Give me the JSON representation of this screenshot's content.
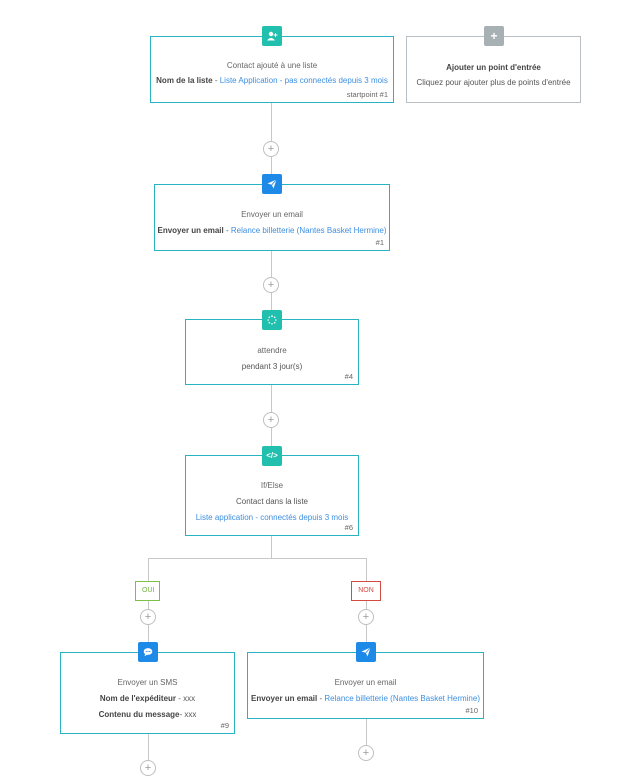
{
  "start": {
    "title": "Contact ajouté à une liste",
    "label": "Nom de la liste",
    "sep": " - ",
    "link": "Liste Application - pas connectés depuis 3 mois",
    "num": "startpoint #1"
  },
  "add_entry": {
    "title": "Ajouter un point d'entrée",
    "subtitle": "Cliquez pour ajouter plus de points d'entrée"
  },
  "email1": {
    "title": "Envoyer un email",
    "label": "Envoyer un email",
    "sep": " - ",
    "link": "Relance billetterie (Nantes Basket Hermine)",
    "num": "#1"
  },
  "wait": {
    "title": "attendre",
    "line": "pendant 3 jour(s)",
    "num": "#4"
  },
  "ifelse": {
    "title": "If/Else",
    "line": "Contact dans la liste",
    "link": "Liste application - connectés depuis 3 mois",
    "num": "#6"
  },
  "branches": {
    "yes": "OUI",
    "no": "NON"
  },
  "sms": {
    "title": "Envoyer un SMS",
    "label1": "Nom de l'expéditeur",
    "value1": " - xxx",
    "label2": "Contenu du message",
    "value2": "- xxx",
    "num": "#9"
  },
  "email2": {
    "title": "Envoyer un email",
    "label": "Envoyer un email",
    "sep": " - ",
    "link": "Relance billetterie (Nantes Basket Hermine)",
    "num": "#10"
  },
  "plus_symbol": "+",
  "colors": {
    "teal": "#21bfae",
    "blue": "#1e8ae8",
    "border": "#27b3c4",
    "link": "#3d8fe0",
    "yes": "#6fb33e",
    "no": "#d24a40"
  },
  "icons": {
    "start": "user-plus-icon",
    "add_entry": "plus-icon",
    "email": "paper-plane-icon",
    "wait": "spinner-icon",
    "ifelse": "code-icon",
    "sms": "chat-bubble-icon"
  }
}
